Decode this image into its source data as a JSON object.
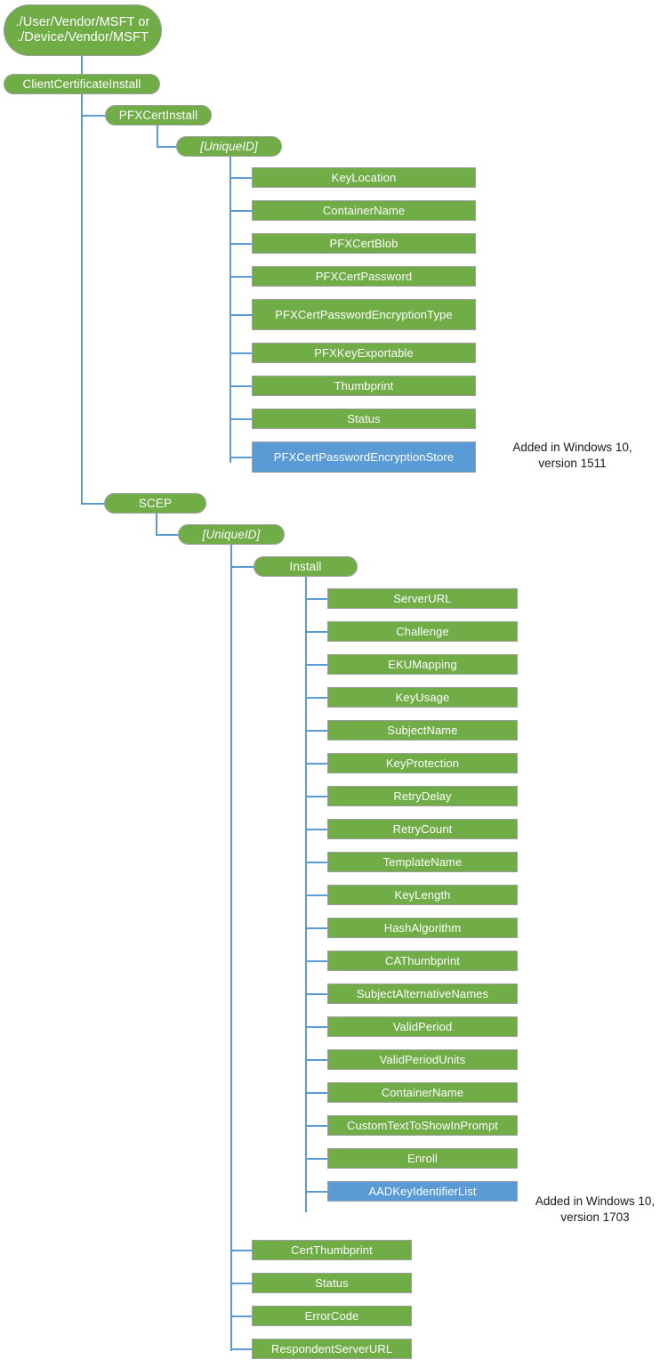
{
  "diagram": {
    "title": "ClientCertificateInstall CSP tree",
    "colors": {
      "node_green": "#70AD47",
      "node_blue": "#5B9BD5",
      "connector": "#5B9BD5",
      "node_text": "#FFFFFF",
      "note_text": "#1A1A1A",
      "background": "#FFFFFF"
    },
    "nodes": {
      "root": "./User/Vendor/MSFT or\n./Device/Vendor/MSFT",
      "client_certificate_install": "ClientCertificateInstall",
      "pfx_cert_install": "PFXCertInstall",
      "pfx_unique_id": "[UniqueID]",
      "scep": "SCEP",
      "scep_unique_id": "[UniqueID]",
      "install": "Install"
    },
    "pfx_children": [
      {
        "label": "KeyLocation",
        "color": "green"
      },
      {
        "label": "ContainerName",
        "color": "green"
      },
      {
        "label": "PFXCertBlob",
        "color": "green"
      },
      {
        "label": "PFXCertPassword",
        "color": "green"
      },
      {
        "label": "PFXCertPasswordEncryptionType",
        "color": "green"
      },
      {
        "label": "PFXKeyExportable",
        "color": "green"
      },
      {
        "label": "Thumbprint",
        "color": "green"
      },
      {
        "label": "Status",
        "color": "green"
      },
      {
        "label": "PFXCertPasswordEncryptionStore",
        "color": "blue"
      }
    ],
    "scep_install_children": [
      {
        "label": "ServerURL",
        "color": "green"
      },
      {
        "label": "Challenge",
        "color": "green"
      },
      {
        "label": "EKUMapping",
        "color": "green"
      },
      {
        "label": "KeyUsage",
        "color": "green"
      },
      {
        "label": "SubjectName",
        "color": "green"
      },
      {
        "label": "KeyProtection",
        "color": "green"
      },
      {
        "label": "RetryDelay",
        "color": "green"
      },
      {
        "label": "RetryCount",
        "color": "green"
      },
      {
        "label": "TemplateName",
        "color": "green"
      },
      {
        "label": "KeyLength",
        "color": "green"
      },
      {
        "label": "HashAlgorithm",
        "color": "green"
      },
      {
        "label": "CAThumbprint",
        "color": "green"
      },
      {
        "label": "SubjectAlternativeNames",
        "color": "green"
      },
      {
        "label": "ValidPeriod",
        "color": "green"
      },
      {
        "label": "ValidPeriodUnits",
        "color": "green"
      },
      {
        "label": "ContainerName",
        "color": "green"
      },
      {
        "label": "CustomTextToShowInPrompt",
        "color": "green"
      },
      {
        "label": "Enroll",
        "color": "green"
      },
      {
        "label": "AADKeyIdentifierList",
        "color": "blue"
      }
    ],
    "scep_unique_id_children": [
      {
        "label": "CertThumbprint",
        "color": "green"
      },
      {
        "label": "Status",
        "color": "green"
      },
      {
        "label": "ErrorCode",
        "color": "green"
      },
      {
        "label": "RespondentServerURL",
        "color": "green"
      }
    ],
    "notes": {
      "pfx_note": "Added in Windows 10,\nversion 1511",
      "scep_note": "Added in Windows 10,\nversion 1703"
    }
  }
}
